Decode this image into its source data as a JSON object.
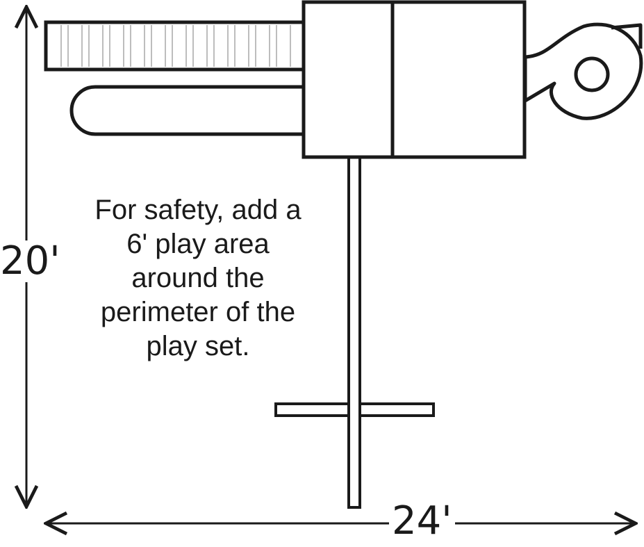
{
  "note": {
    "lines": [
      "For safety, add a",
      "6' play area",
      "around the",
      "perimeter of the",
      "play set."
    ]
  },
  "dimensions": {
    "height": "20'",
    "width": "24'"
  }
}
